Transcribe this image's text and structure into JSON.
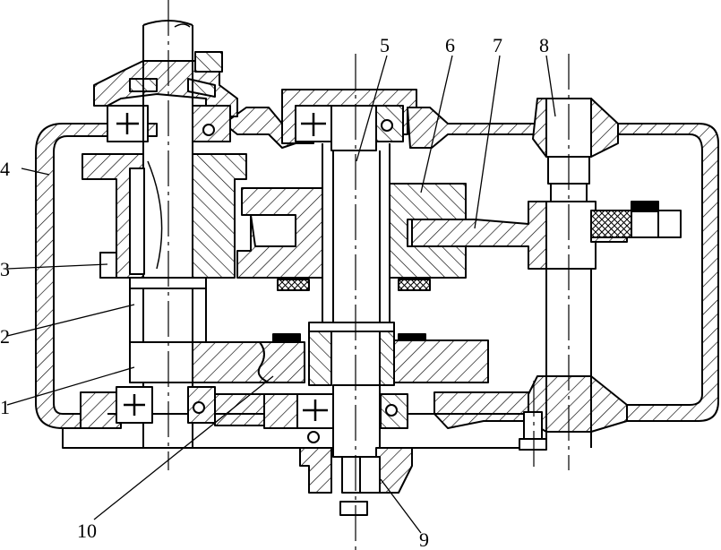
{
  "labels": {
    "l1": "1",
    "l2": "2",
    "l3": "3",
    "l4": "4",
    "l5": "5",
    "l6": "6",
    "l7": "7",
    "l8": "8",
    "l9": "9",
    "l10": "10"
  },
  "colors": {
    "ink": "#000000",
    "paper": "#ffffff"
  }
}
